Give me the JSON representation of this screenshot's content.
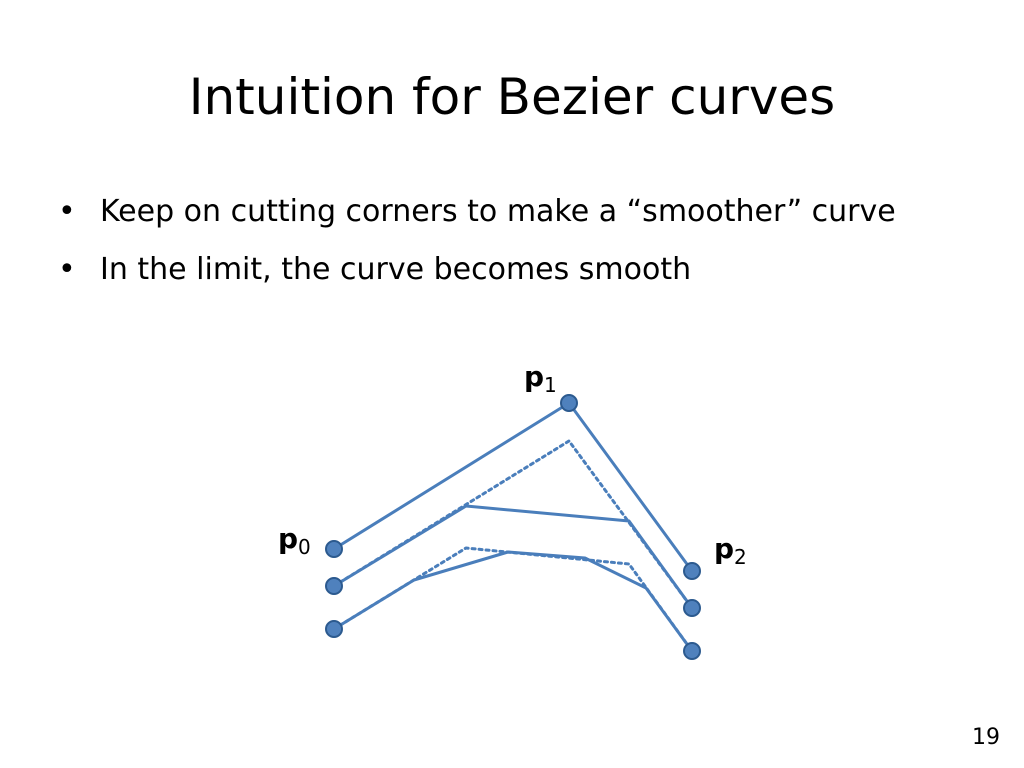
{
  "slide": {
    "title": "Intuition for Bezier curves",
    "bullet_marker": "•",
    "bullets": [
      "Keep on cutting corners to make a “smoother” curve",
      "In the limit, the curve becomes smooth"
    ],
    "slide_number": "19"
  },
  "diagram": {
    "line_color": "#4a7ebb",
    "point_fill": "#4f81bd",
    "point_stroke": "#2c5a8f",
    "labels": [
      {
        "id": "p0",
        "base": "p",
        "subscript": "0"
      },
      {
        "id": "p1",
        "base": "p",
        "subscript": "1"
      },
      {
        "id": "p2",
        "base": "p",
        "subscript": "2"
      }
    ]
  }
}
